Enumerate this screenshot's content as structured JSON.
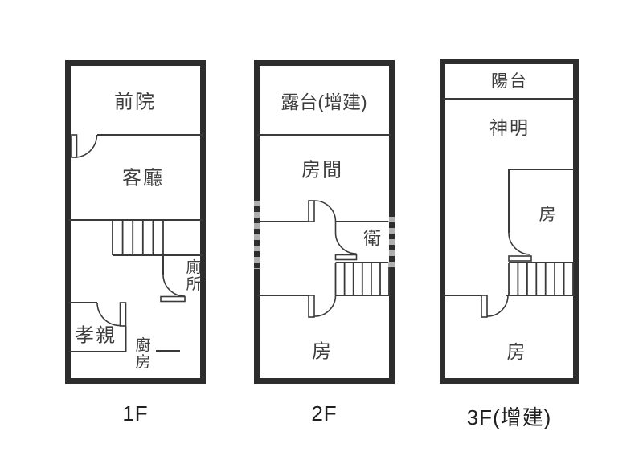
{
  "colors": {
    "background": "#ffffff",
    "wall": "#2d2d2d",
    "inner_line": "#3a3a3a",
    "room_label": "#3d3d3d",
    "floor_label": "#1f1f1f"
  },
  "panels": [
    {
      "floor_label": "1F",
      "rooms": [
        {
          "label": "前院"
        },
        {
          "label": "客廳"
        },
        {
          "label": "廁所"
        },
        {
          "label": "孝親"
        },
        {
          "label": "廚房"
        }
      ]
    },
    {
      "floor_label": "2F",
      "rooms": [
        {
          "label": "露台(增建)"
        },
        {
          "label": "房間"
        },
        {
          "label": "衛"
        },
        {
          "label": "房"
        }
      ]
    },
    {
      "floor_label": "3F(增建)",
      "rooms": [
        {
          "label": "陽台"
        },
        {
          "label": "神明"
        },
        {
          "label": "房"
        },
        {
          "label": "房"
        }
      ]
    }
  ]
}
